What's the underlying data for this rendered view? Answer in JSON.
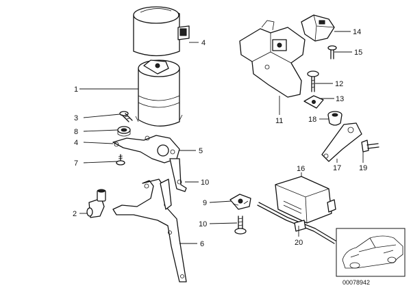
{
  "diagram": {
    "diagram_code": "00078942",
    "callouts": [
      {
        "id": "c14",
        "number": "14"
      },
      {
        "id": "c15",
        "number": "15"
      },
      {
        "id": "c12",
        "number": "12"
      },
      {
        "id": "c13",
        "number": "13"
      },
      {
        "id": "c11",
        "number": "11"
      },
      {
        "id": "c18",
        "number": "18"
      },
      {
        "id": "c17",
        "number": "17"
      },
      {
        "id": "c19",
        "number": "19"
      },
      {
        "id": "c4a",
        "number": "4"
      },
      {
        "id": "c1",
        "number": "1"
      },
      {
        "id": "c3",
        "number": "3"
      },
      {
        "id": "c8",
        "number": "8"
      },
      {
        "id": "c4b",
        "number": "4"
      },
      {
        "id": "c5",
        "number": "5"
      },
      {
        "id": "c7",
        "number": "7"
      },
      {
        "id": "c10a",
        "number": "10"
      },
      {
        "id": "c2",
        "number": "2"
      },
      {
        "id": "c6",
        "number": "6"
      },
      {
        "id": "c9",
        "number": "9"
      },
      {
        "id": "c10b",
        "number": "10"
      },
      {
        "id": "c16",
        "number": "16"
      },
      {
        "id": "c20",
        "number": "20"
      }
    ]
  }
}
